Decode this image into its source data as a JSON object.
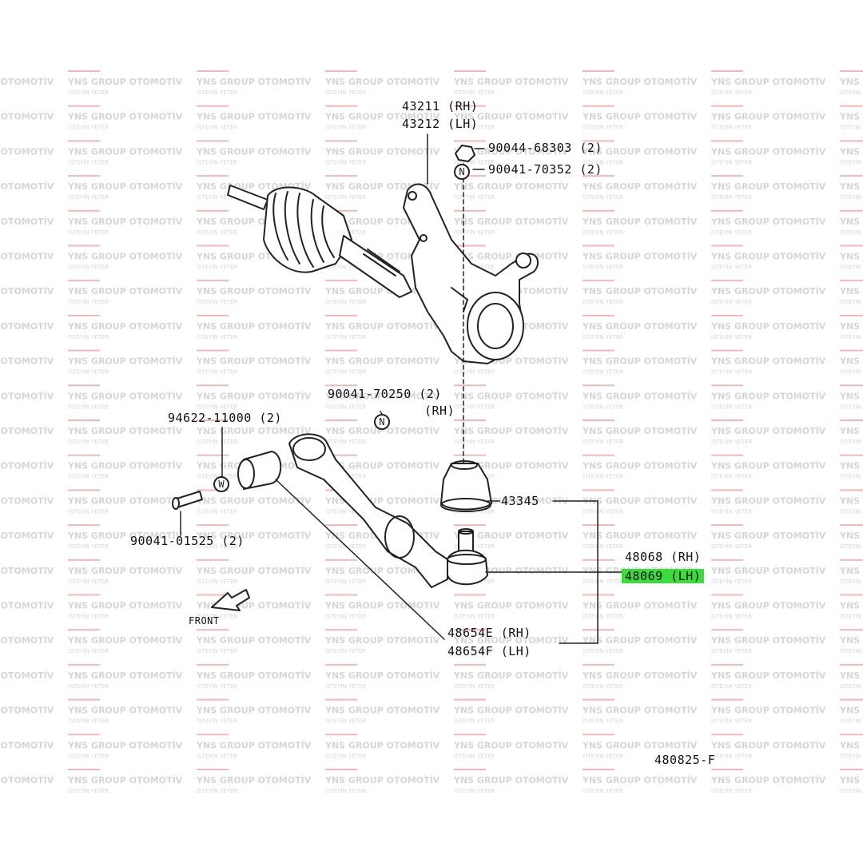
{
  "watermark": {
    "brand": "YNS GROUP OTOMOTİV",
    "tagline": "İSTEYİN YETER"
  },
  "parts": {
    "knuckle_rh": "43211 (RH)",
    "knuckle_lh": "43212 (LH)",
    "nut_top_1": "90044-68303 (2)",
    "nut_top_2": "90041-70352 (2)",
    "nut_mid": "90041-70250 (2)",
    "nut_mid_rh": "(RH)",
    "washer": "94622-11000 (2)",
    "bolt": "90041-01525 (2)",
    "boot": "43345",
    "balljoint_rh": "48068 (RH)",
    "balljoint_lh": "48069 (LH)",
    "arm_rh": "48654E (RH)",
    "arm_lh": "48654F (LH)",
    "front": "FRONT",
    "diagram_no": "480825-F",
    "callout_n": "N",
    "callout_w": "W"
  },
  "colors": {
    "highlight": "#3ddc3d",
    "watermark_text": "#d6d6d6",
    "watermark_bar": "#f2b8b8"
  }
}
